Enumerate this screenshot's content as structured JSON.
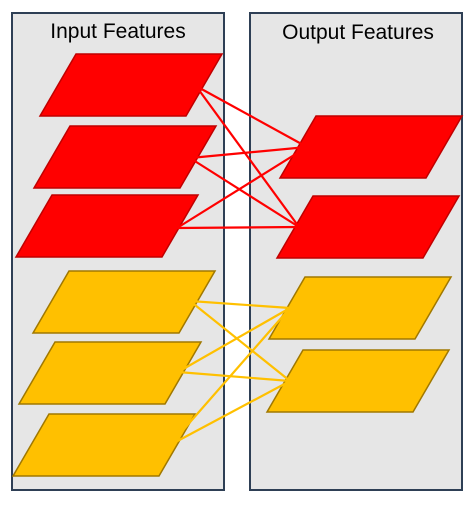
{
  "panels": {
    "input": {
      "title": "Input Features"
    },
    "output": {
      "title": "Output Features"
    }
  },
  "colors": {
    "panel_fill": "#e6e6e6",
    "panel_border": "#2e3f55",
    "red": "#ff0000",
    "red_edge": "#c00000",
    "orange": "#ffc000",
    "orange_edge": "#a07800",
    "background": "#ffffff"
  },
  "features": {
    "input": [
      {
        "group": "red"
      },
      {
        "group": "red"
      },
      {
        "group": "red"
      },
      {
        "group": "orange"
      },
      {
        "group": "orange"
      },
      {
        "group": "orange"
      }
    ],
    "output": [
      {
        "group": "red"
      },
      {
        "group": "red"
      },
      {
        "group": "orange"
      },
      {
        "group": "orange"
      }
    ]
  },
  "connections": [
    {
      "from": 0,
      "to": 0,
      "group": "red"
    },
    {
      "from": 0,
      "to": 1,
      "group": "red"
    },
    {
      "from": 1,
      "to": 0,
      "group": "red"
    },
    {
      "from": 1,
      "to": 1,
      "group": "red"
    },
    {
      "from": 2,
      "to": 0,
      "group": "red"
    },
    {
      "from": 2,
      "to": 1,
      "group": "red"
    },
    {
      "from": 3,
      "to": 2,
      "group": "orange"
    },
    {
      "from": 3,
      "to": 3,
      "group": "orange"
    },
    {
      "from": 4,
      "to": 2,
      "group": "orange"
    },
    {
      "from": 4,
      "to": 3,
      "group": "orange"
    },
    {
      "from": 5,
      "to": 2,
      "group": "orange"
    },
    {
      "from": 5,
      "to": 3,
      "group": "orange"
    }
  ]
}
